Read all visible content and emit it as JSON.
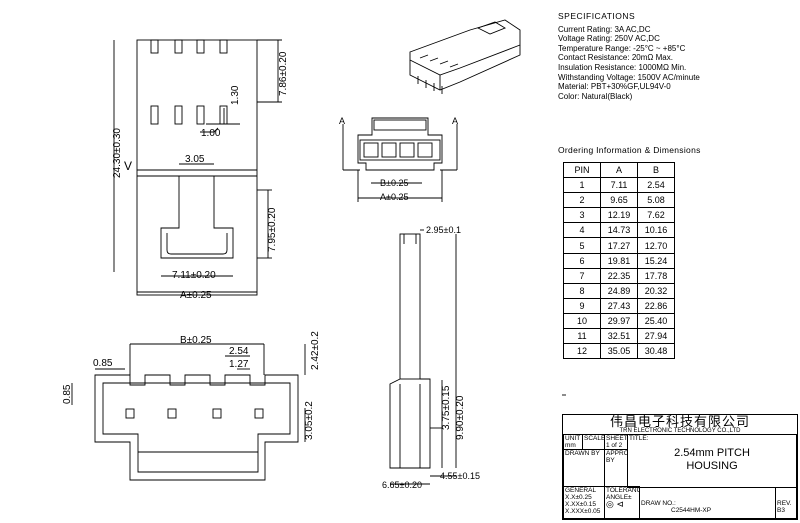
{
  "specifications": {
    "title": "SPECIFICATIONS",
    "lines": [
      "Current Rating: 3A AC,DC",
      "Voltage Rating: 250V AC,DC",
      "Temperature Range: -25°C ~ +85°C",
      "Contact Resistance: 20mΩ Max.",
      "Insulation Resistance: 1000MΩ Min.",
      "Withstanding Voltage: 1500V AC/minute",
      "Material: PBT+30%GF,UL94V-0",
      "Color: Natural(Black)"
    ]
  },
  "ordering": {
    "title": "Ordering Information & Dimensions",
    "headers": [
      "PIN",
      "A",
      "B"
    ],
    "rows": [
      [
        "1",
        "7.11",
        "2.54"
      ],
      [
        "2",
        "9.65",
        "5.08"
      ],
      [
        "3",
        "12.19",
        "7.62"
      ],
      [
        "4",
        "14.73",
        "10.16"
      ],
      [
        "5",
        "17.27",
        "12.70"
      ],
      [
        "6",
        "19.81",
        "15.24"
      ],
      [
        "7",
        "22.35",
        "17.78"
      ],
      [
        "8",
        "24.89",
        "20.32"
      ],
      [
        "9",
        "27.43",
        "22.86"
      ],
      [
        "10",
        "29.97",
        "25.40"
      ],
      [
        "11",
        "32.51",
        "27.94"
      ],
      [
        "12",
        "35.05",
        "30.48"
      ]
    ]
  },
  "dims": {
    "d_7_86": "7.86±0.20",
    "d_24_30": "24.30±0.30",
    "d_1_30": "1.30",
    "d_1_00": "1.00",
    "d_3_05": "3.05",
    "d_7_95": "7.95±0.20",
    "d_7_11": "7.11±0.20",
    "d_A": "A±0.25",
    "d_B": "B±0.25",
    "d_B2": "B±0.25",
    "d_A2": "A±0.25",
    "d_2_95": "2.95±0.1",
    "d_B3": "B±0.25",
    "d_0_85a": "0.85",
    "d_0_85b": "0.85",
    "d_2_54": "2.54",
    "d_1_27": "1.27",
    "d_2_42": "2.42±0.2",
    "d_3_05b": "3.05±0.2",
    "d_3_75": "3.75±0.15",
    "d_9_90": "9.90±0.20",
    "d_4_55": "4.55±0.15",
    "d_6_65": "6.65±0.20",
    "section_a1": "A",
    "section_a2": "A",
    "view_v": "V"
  },
  "title_block": {
    "company_cn": "伟昌电子科技有限公司",
    "company_en": "TRN ELECTRONIC TECHNOLOGY CO.,LTD",
    "unit": "UNIT",
    "unit_val": "mm",
    "scale": "SCALE",
    "scale_val": "",
    "sheet": "SHEET",
    "sheet_val": "1 of 2",
    "title_label": "TITLE:",
    "title_line1": "2.54mm  PITCH",
    "title_line2": "HOUSING",
    "drawn_by": "DRAWN BY",
    "approved_by": "APPROVED BY",
    "general": "GENERAL",
    "tolerance": "TOLERANCE",
    "tol1": "X.X±0.25",
    "tol2": "X.XX±0.15",
    "tol3": "X.XXX±0.05",
    "angle": "ANGLE±",
    "draw_no_label": "DRAW NO.:",
    "draw_no": "C2544HM-XP",
    "rev_label": "REV.",
    "rev": "B3"
  }
}
